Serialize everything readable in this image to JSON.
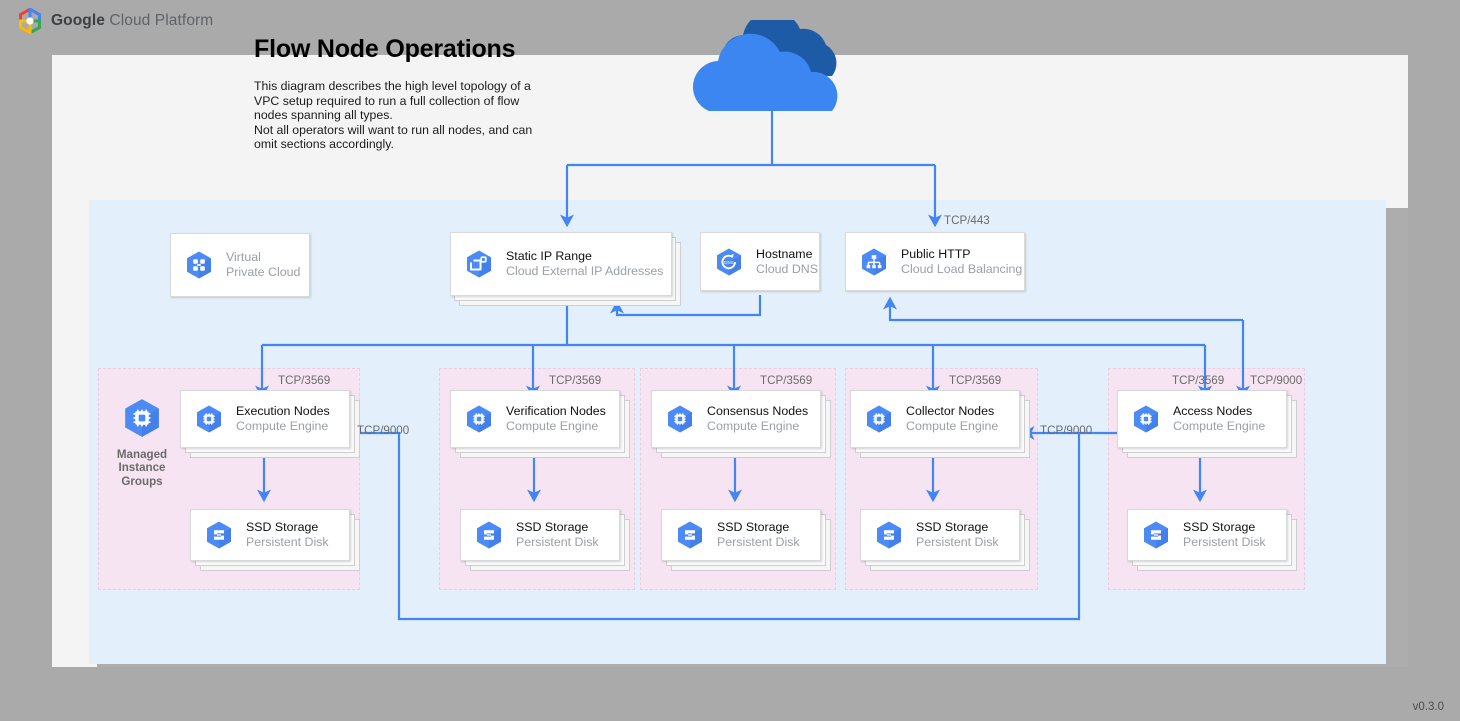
{
  "brand": {
    "bold": "Google",
    "rest": " Cloud Platform",
    "logo_icon": "google-cloud-logo"
  },
  "header": {
    "title": "Flow Node Operations",
    "description": "This diagram describes the high level topology of a VPC setup required to run a full collection of flow nodes spanning all types.\nNot all operators will want to run all nodes, and can omit sections accordingly."
  },
  "footer": {
    "version": "v0.3.0"
  },
  "internet": {
    "icon": "cloud-icon",
    "label": ""
  },
  "top_row": [
    {
      "id": "vpc",
      "title": "Virtual",
      "subtitle": "Private Cloud",
      "icon": "virtual-private-cloud-icon",
      "muted": true,
      "stacked": false
    },
    {
      "id": "static-ip",
      "title": "Static IP Range",
      "subtitle": "Cloud External IP Addresses",
      "icon": "cloud-external-ip-icon",
      "muted": false,
      "stacked": true
    },
    {
      "id": "hostname",
      "title": "Hostname",
      "subtitle": "Cloud DNS",
      "icon": "cloud-dns-icon",
      "muted": false,
      "stacked": false
    },
    {
      "id": "public-http",
      "title": "Public HTTP",
      "subtitle": "Cloud Load Balancing",
      "icon": "cloud-load-balancing-icon",
      "muted": false,
      "stacked": false
    }
  ],
  "managed_instance_groups": {
    "icon": "managed-instance-groups-icon",
    "label": "Managed\nInstance\nGroups"
  },
  "node_groups": [
    {
      "id": "execution",
      "node_title": "Execution Nodes",
      "node_subtitle": "Compute Engine",
      "node_icon": "compute-engine-icon",
      "storage_title": "SSD Storage",
      "storage_subtitle": "Persistent Disk",
      "storage_icon": "persistent-disk-icon",
      "ingress_port": "TCP/3569"
    },
    {
      "id": "verification",
      "node_title": "Verification Nodes",
      "node_subtitle": "Compute Engine",
      "node_icon": "compute-engine-icon",
      "storage_title": "SSD Storage",
      "storage_subtitle": "Persistent Disk",
      "storage_icon": "persistent-disk-icon",
      "ingress_port": "TCP/3569"
    },
    {
      "id": "consensus",
      "node_title": "Consensus Nodes",
      "node_subtitle": "Compute Engine",
      "node_icon": "compute-engine-icon",
      "storage_title": "SSD Storage",
      "storage_subtitle": "Persistent Disk",
      "storage_icon": "persistent-disk-icon",
      "ingress_port": "TCP/3569"
    },
    {
      "id": "collector",
      "node_title": "Collector Nodes",
      "node_subtitle": "Compute Engine",
      "node_icon": "compute-engine-icon",
      "storage_title": "SSD Storage",
      "storage_subtitle": "Persistent Disk",
      "storage_icon": "persistent-disk-icon",
      "ingress_port": "TCP/3569"
    },
    {
      "id": "access",
      "node_title": "Access Nodes",
      "node_subtitle": "Compute Engine",
      "node_icon": "compute-engine-icon",
      "storage_title": "SSD Storage",
      "storage_subtitle": "Persistent Disk",
      "storage_icon": "persistent-disk-icon",
      "ingress_port": "TCP/3569"
    }
  ],
  "connection_labels": {
    "lb_ingress": "TCP/443",
    "access_extra": "TCP/9000",
    "collector_from_access": "TCP/9000",
    "execution_feedback": "TCP/9000"
  },
  "colors": {
    "page_background": "#aaaaaa",
    "canvas": "#f4f4f4",
    "vpc_region": "#e3f0fb",
    "group_region": "#f7e4f3",
    "connector": "#4285f4",
    "icon_blue": "#4c8bf5",
    "icon_blue_dark": "#3367d6",
    "cloud_light": "#3b86f0",
    "cloud_dark": "#1d5ba6",
    "muted_text": "#9aa0a6",
    "title_text": "#000000"
  }
}
